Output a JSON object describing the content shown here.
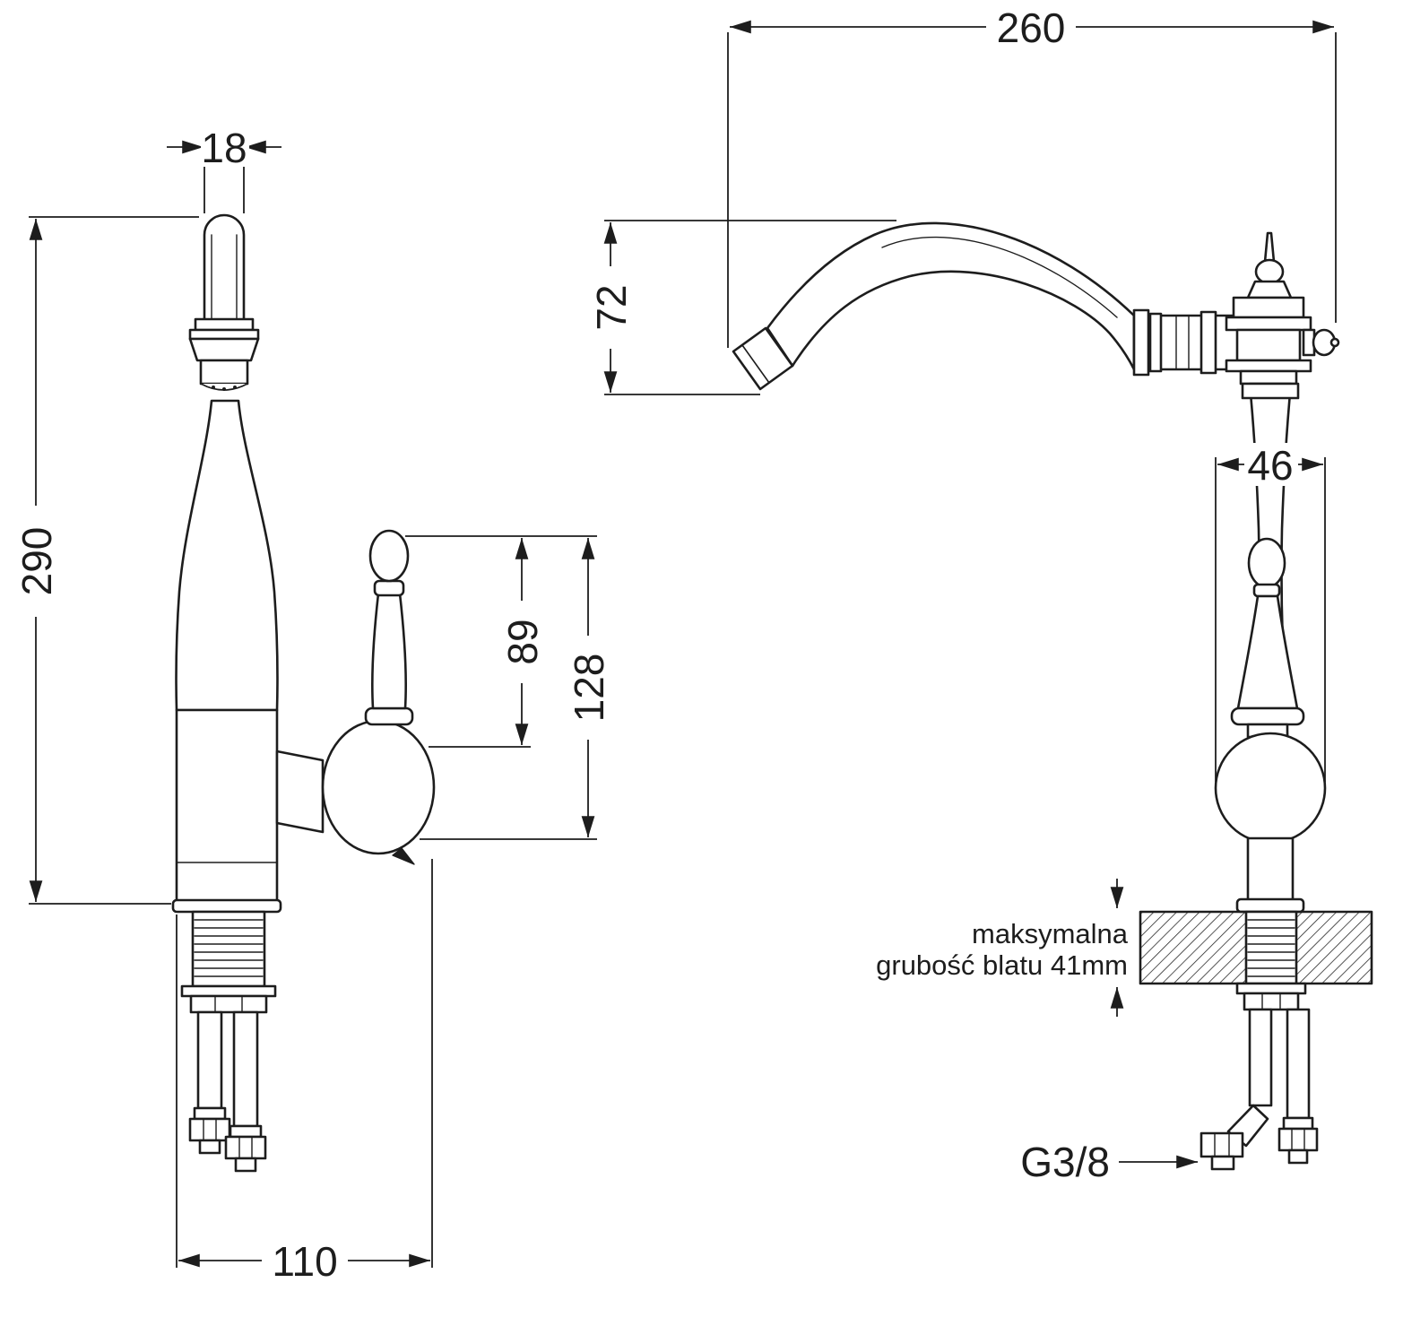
{
  "drawing": {
    "left_view": {
      "dim_spout_width": "18",
      "dim_total_height": "290",
      "dim_handle_height": "89",
      "dim_handle_top": "128",
      "dim_base_width": "110"
    },
    "right_view": {
      "dim_reach": "260",
      "dim_spout_drop": "72",
      "dim_body_width": "46",
      "note_max_line1": "maksymalna",
      "note_max_line2": "grubość blatu 41mm",
      "dim_thread": "G3/8"
    }
  }
}
